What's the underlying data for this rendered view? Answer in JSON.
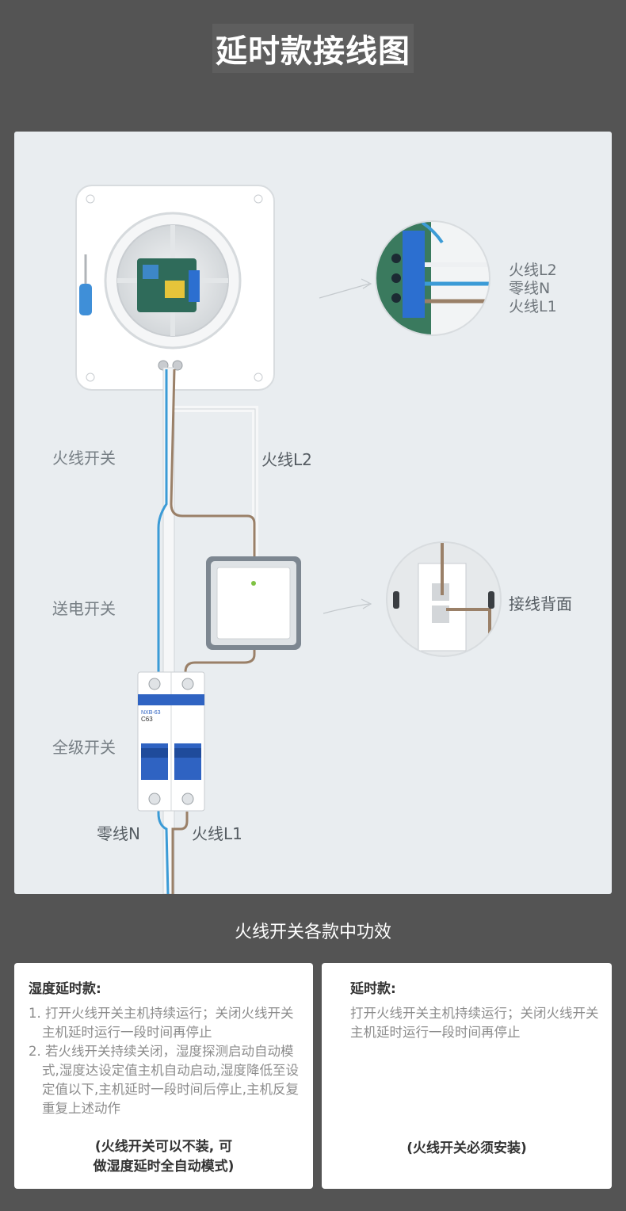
{
  "header": {
    "title": "延时款接线图"
  },
  "diagram": {
    "labels": {
      "live_switch": "火线开关",
      "live_l2": "火线L2",
      "power_switch": "送电开关",
      "breaker_switch": "全级开关",
      "neutral_n": "零线N",
      "live_l1": "火线L1",
      "wiring_back": "接线背面"
    },
    "callout_terminal": [
      "火线L2",
      "零线N",
      "火线L1"
    ],
    "breaker_model": "NXB-63",
    "breaker_rating": "C63"
  },
  "section": {
    "title": "火线开关各款中功效"
  },
  "cards": {
    "humidity": {
      "title": "湿度延时款:",
      "items": [
        "1. 打开火线开关主机持续运行；关闭火线开关主机延时运行一段时间再停止",
        "2. 若火线开关持续关闭，湿度探测启动自动模式,湿度达设定值主机自动启动,湿度降低至设定值以下,主机延时一段时间后停止,主机反复重复上述动作"
      ],
      "note_line1": "(火线开关可以不装, 可",
      "note_line2": "做湿度延时全自动模式)"
    },
    "delay": {
      "title": "延时款:",
      "text": "打开火线开关主机持续运行；关闭火线开关主机延时运行一段时间再停止",
      "note": "(火线开关必须安装)"
    }
  },
  "colors": {
    "background": "#545454",
    "panel": "#e9edf0",
    "live_wire": "#9a8068",
    "neutral_wire": "#3b9bd6",
    "breaker_blue": "#2f63c2"
  }
}
